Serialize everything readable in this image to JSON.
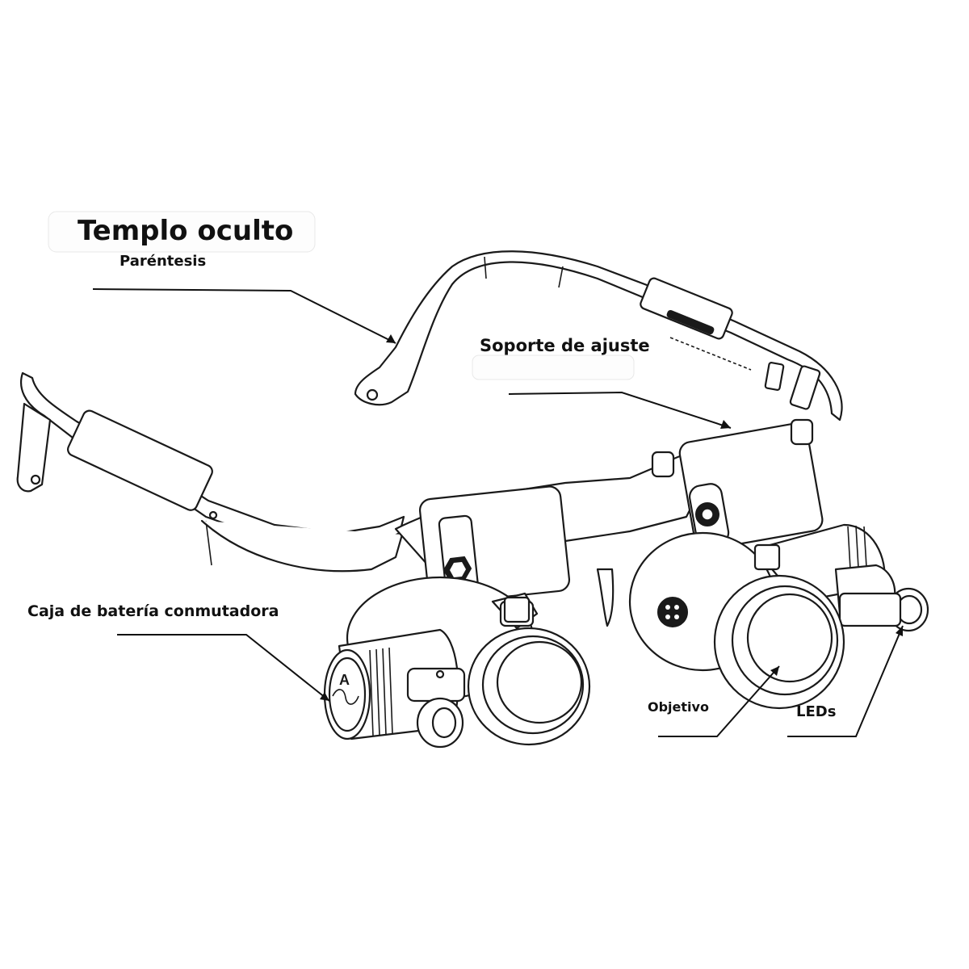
{
  "labels": {
    "title": "Templo oculto",
    "subtitle": "Paréntesis",
    "adjustment": "Soporte de ajuste",
    "battery_box": "Caja de batería conmutadora",
    "objective": "Objetivo",
    "leds": "LEDs"
  },
  "colors": {
    "line": "#1a1a1a",
    "background": "#ffffff"
  }
}
